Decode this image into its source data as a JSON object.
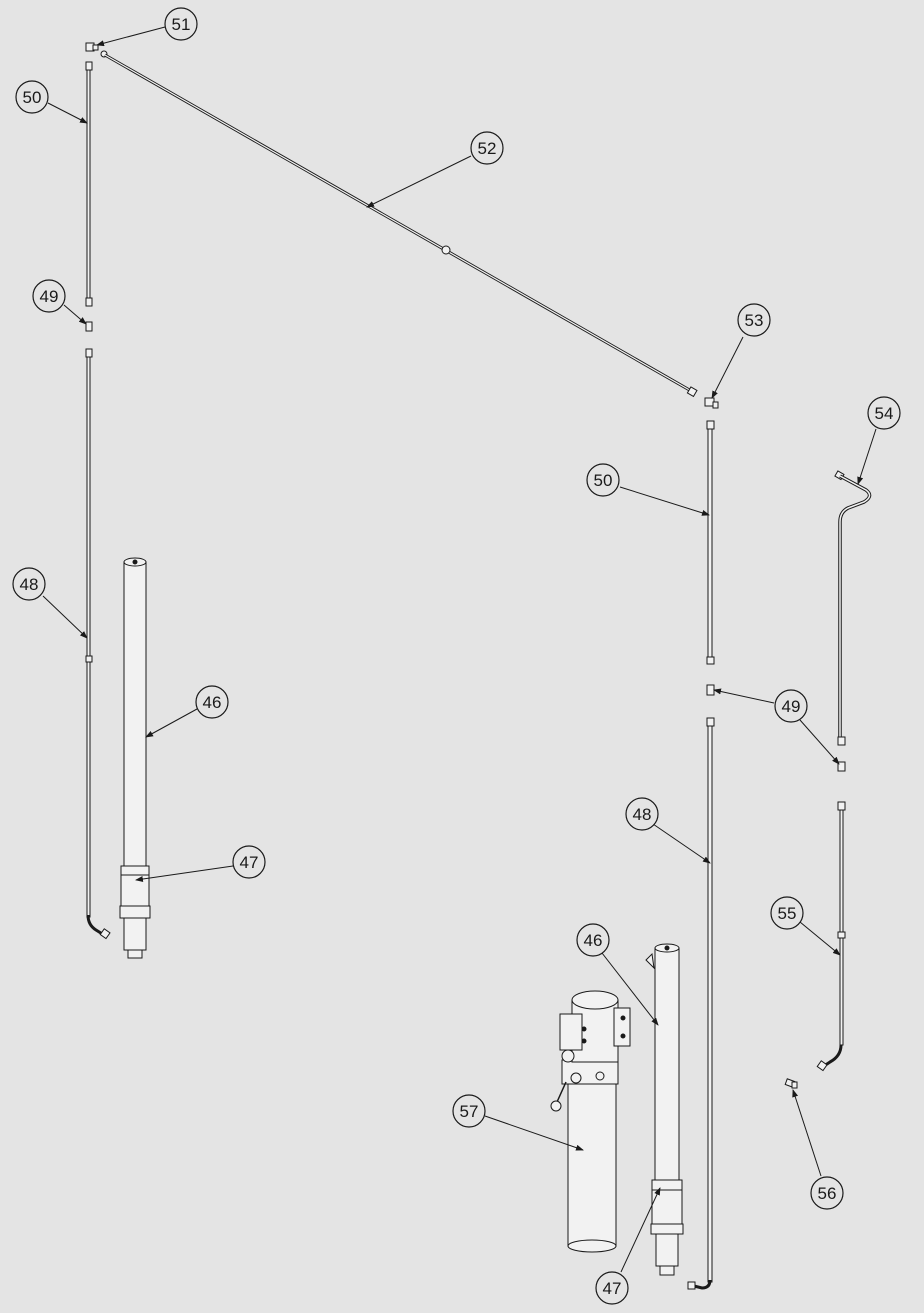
{
  "diagram": {
    "labels": {
      "c51": "51",
      "c50a": "50",
      "c52": "52",
      "c49a": "49",
      "c53": "53",
      "c54": "54",
      "c50b": "50",
      "c48a": "48",
      "c46a": "46",
      "c49b": "49",
      "c47a": "47",
      "c48b": "48",
      "c55": "55",
      "c46b": "46",
      "c57": "57",
      "c56": "56",
      "c47b": "47"
    },
    "colors": {
      "background": "#e4e4e4",
      "line": "#1a1a1a",
      "callout_fill": "#e4e4e4",
      "part_fill": "#f2f2f2"
    }
  }
}
